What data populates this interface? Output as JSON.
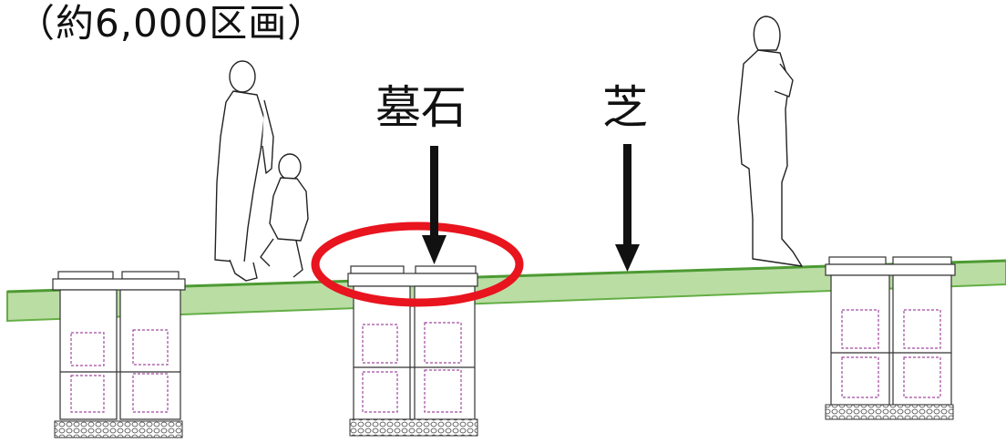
{
  "heading": "（約6,000区画）",
  "labels": {
    "gravestone": "墓石",
    "lawn": "芝"
  },
  "colors": {
    "ground_fill": "#b7dca0",
    "ground_line": "#5caa3c",
    "highlight_ring": "#e8141e",
    "arrow": "#111111"
  }
}
